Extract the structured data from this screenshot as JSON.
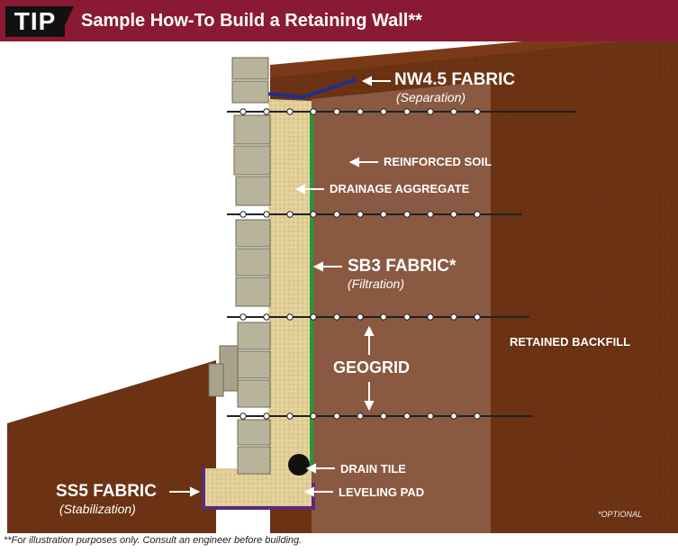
{
  "header": {
    "tip_label": "TIP",
    "title": "Sample How-To Build a Retaining Wall**"
  },
  "labels": {
    "nw45": "NW4.5 FABRIC",
    "nw45_sub": "(Separation)",
    "reinforced_soil": "REINFORCED SOIL",
    "drainage_aggregate": "DRAINAGE AGGREGATE",
    "sb3": "SB3 FABRIC*",
    "sb3_sub": "(Filtration)",
    "geogrid": "GEOGRID",
    "retained_backfill": "RETAINED BACKFILL",
    "drain_tile": "DRAIN TILE",
    "leveling_pad": "LEVELING PAD",
    "ss5": "SS5 FABRIC",
    "ss5_sub": "(Stabilization)",
    "optional": "*OPTIONAL"
  },
  "footer": {
    "note": "**For illustration purposes only. Consult an engineer before building."
  },
  "colors": {
    "header": "#8a1a33",
    "backfill": "#6b3213",
    "reinforced": "#8a5a44",
    "aggregate": "#e6d29a",
    "sb3_fabric": "#1f9a3a",
    "nw45_fabric": "#1f2f8f",
    "ss5_fabric": "#5a2a7a",
    "block": "#b8b49c"
  }
}
